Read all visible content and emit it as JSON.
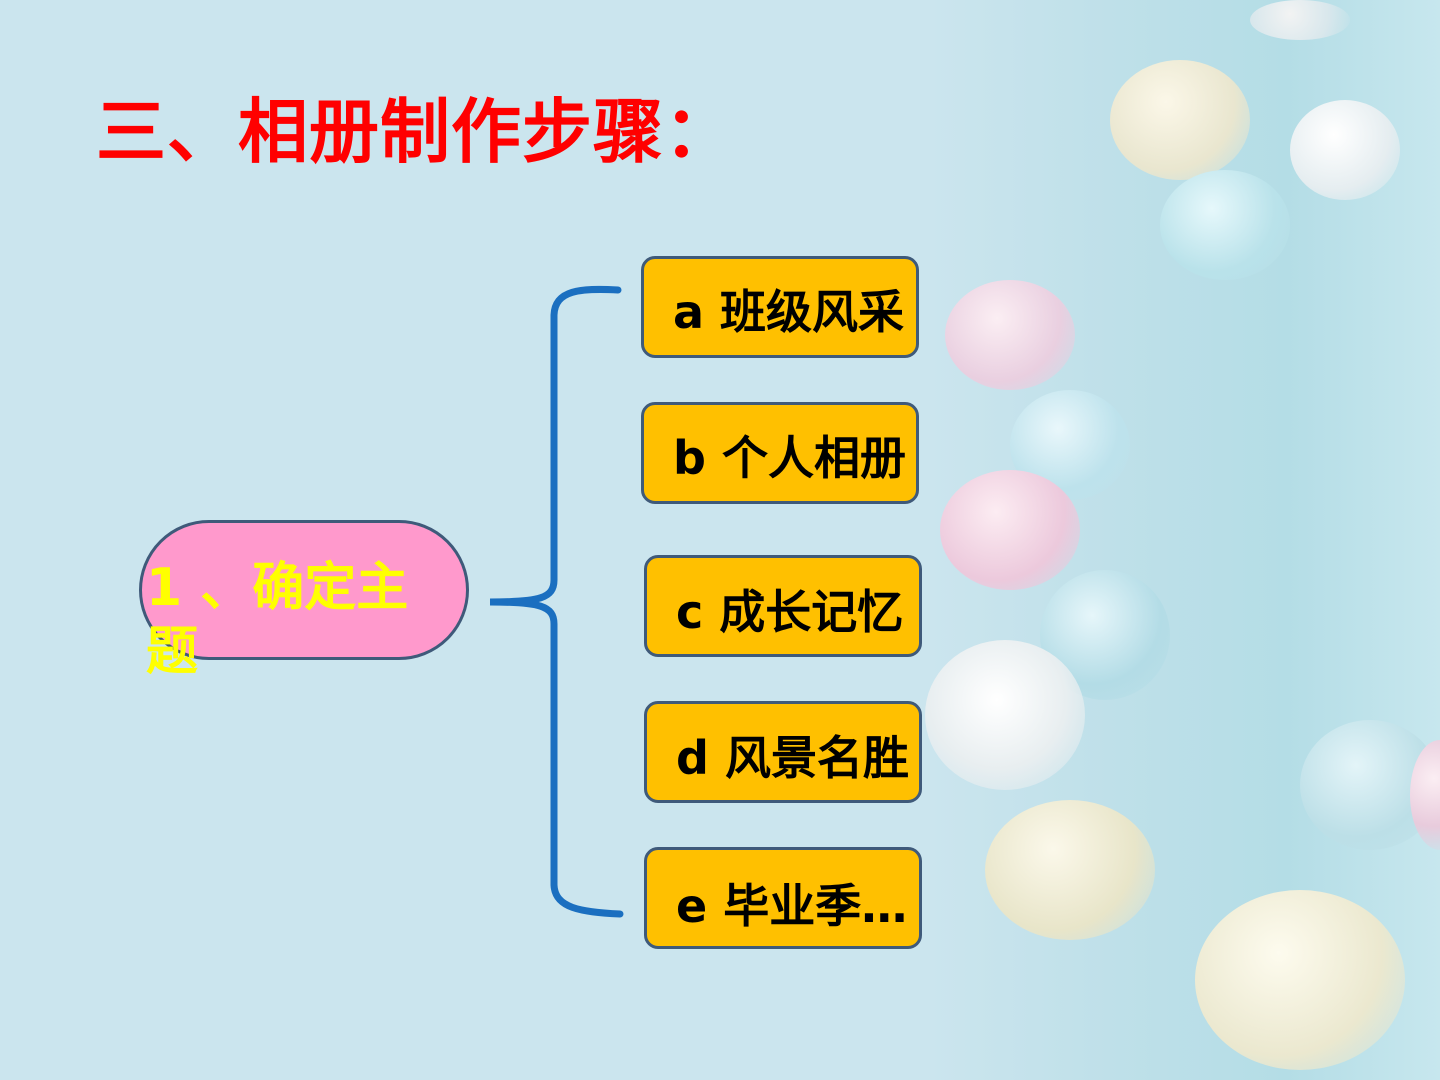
{
  "title": "三、相册制作步骤：",
  "center": {
    "label": "1 、确定主题"
  },
  "items": [
    {
      "label": "a  班级风采"
    },
    {
      "label": "b  个人相册"
    },
    {
      "label": "c  成长记忆"
    },
    {
      "label": "d  风景名胜"
    },
    {
      "label": "e  毕业季…"
    }
  ],
  "colors": {
    "title": "#ff0000",
    "center_fill": "#ff99cc",
    "center_text": "#ffff00",
    "item_fill": "#ffc000",
    "border": "#3f5a7a",
    "brace": "#1b6fc0",
    "background": "#cbe5ee"
  }
}
